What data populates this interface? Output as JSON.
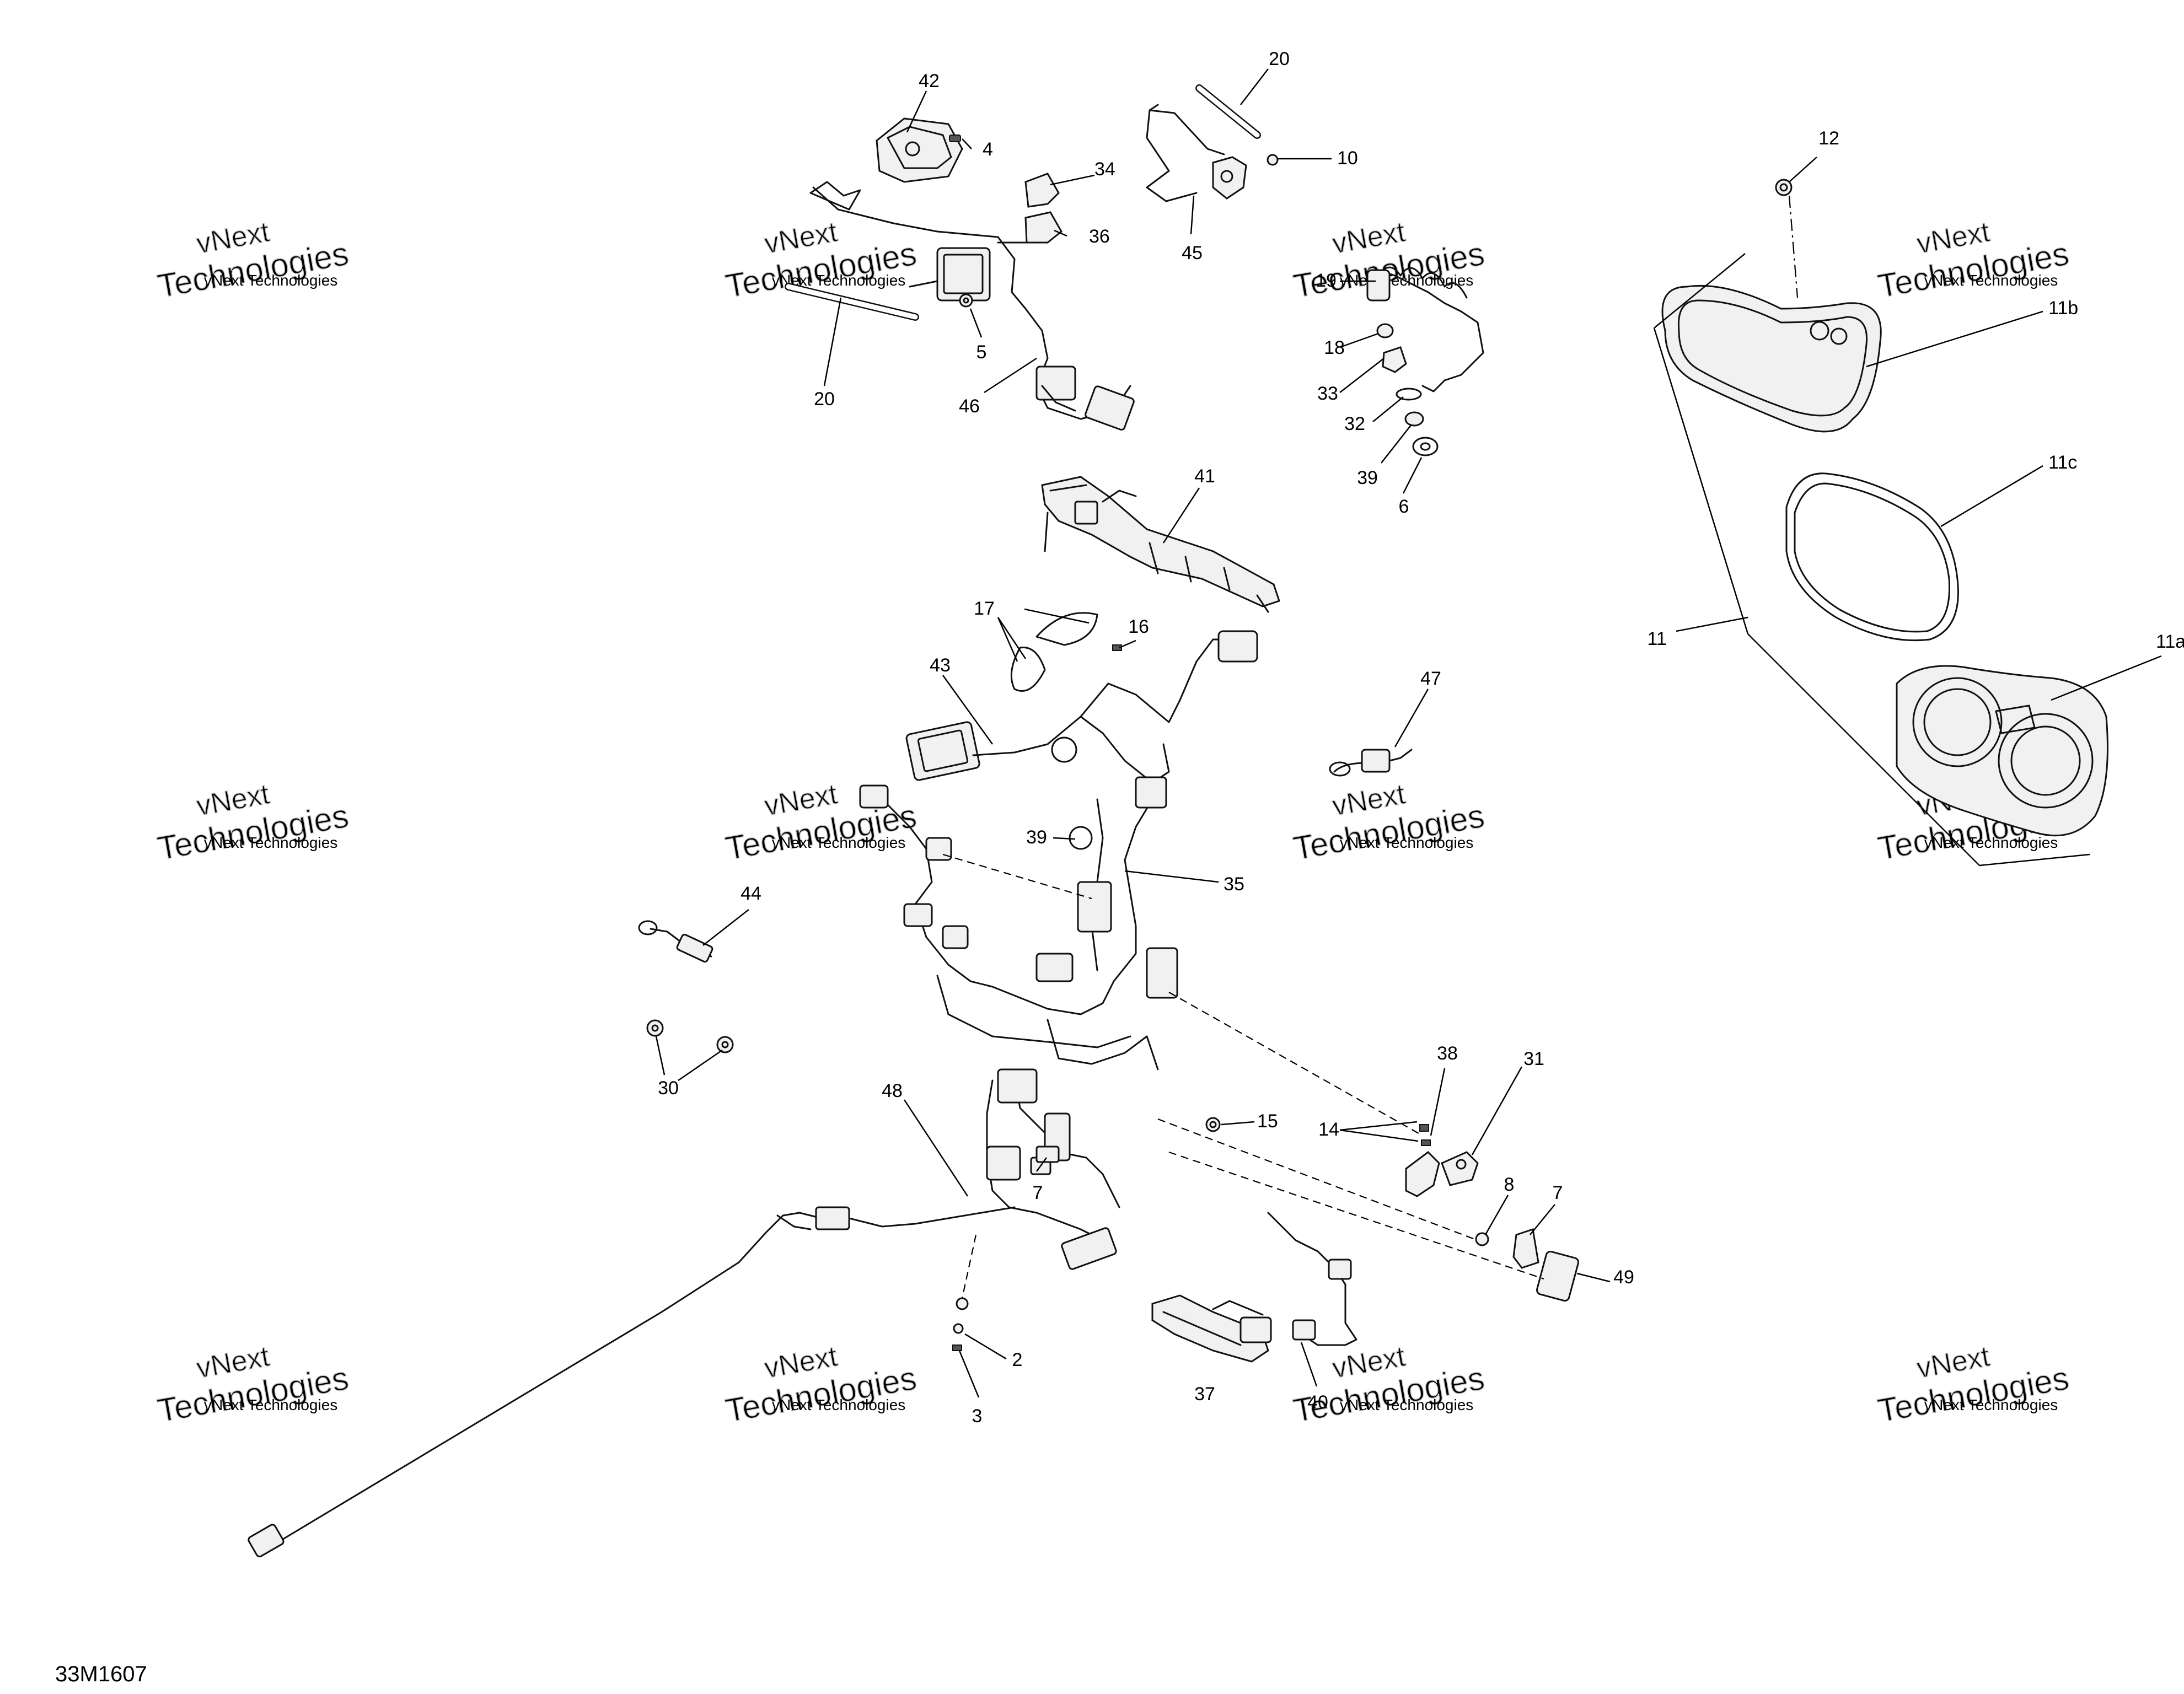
{
  "drawing_number": "33M1607",
  "watermark": {
    "line1": "vNext Technologies",
    "line2": "vNext",
    "line3": "Technologies"
  },
  "callouts": {
    "c42": "42",
    "c4": "4",
    "c20a": "20",
    "c10": "10",
    "c34": "34",
    "c36": "36",
    "c45": "45",
    "c5": "5",
    "c20b": "20",
    "c46": "46",
    "c12": "12",
    "c19": "19",
    "c18": "18",
    "c33": "33",
    "c32": "32",
    "c39a": "39",
    "c6": "6",
    "c11b": "11b",
    "c11c": "11c",
    "c11": "11",
    "c11a": "11a",
    "c41": "41",
    "c17": "17",
    "c16": "16",
    "c43": "43",
    "c47": "47",
    "c39b": "39",
    "c35": "35",
    "c44": "44",
    "c30": "30",
    "c38": "38",
    "c48": "48",
    "c15": "15",
    "c14": "14",
    "c31": "31",
    "c7a": "7",
    "c8": "8",
    "c7b": "7",
    "c49": "49",
    "c2": "2",
    "c3": "3",
    "c37": "37",
    "c40": "40"
  }
}
